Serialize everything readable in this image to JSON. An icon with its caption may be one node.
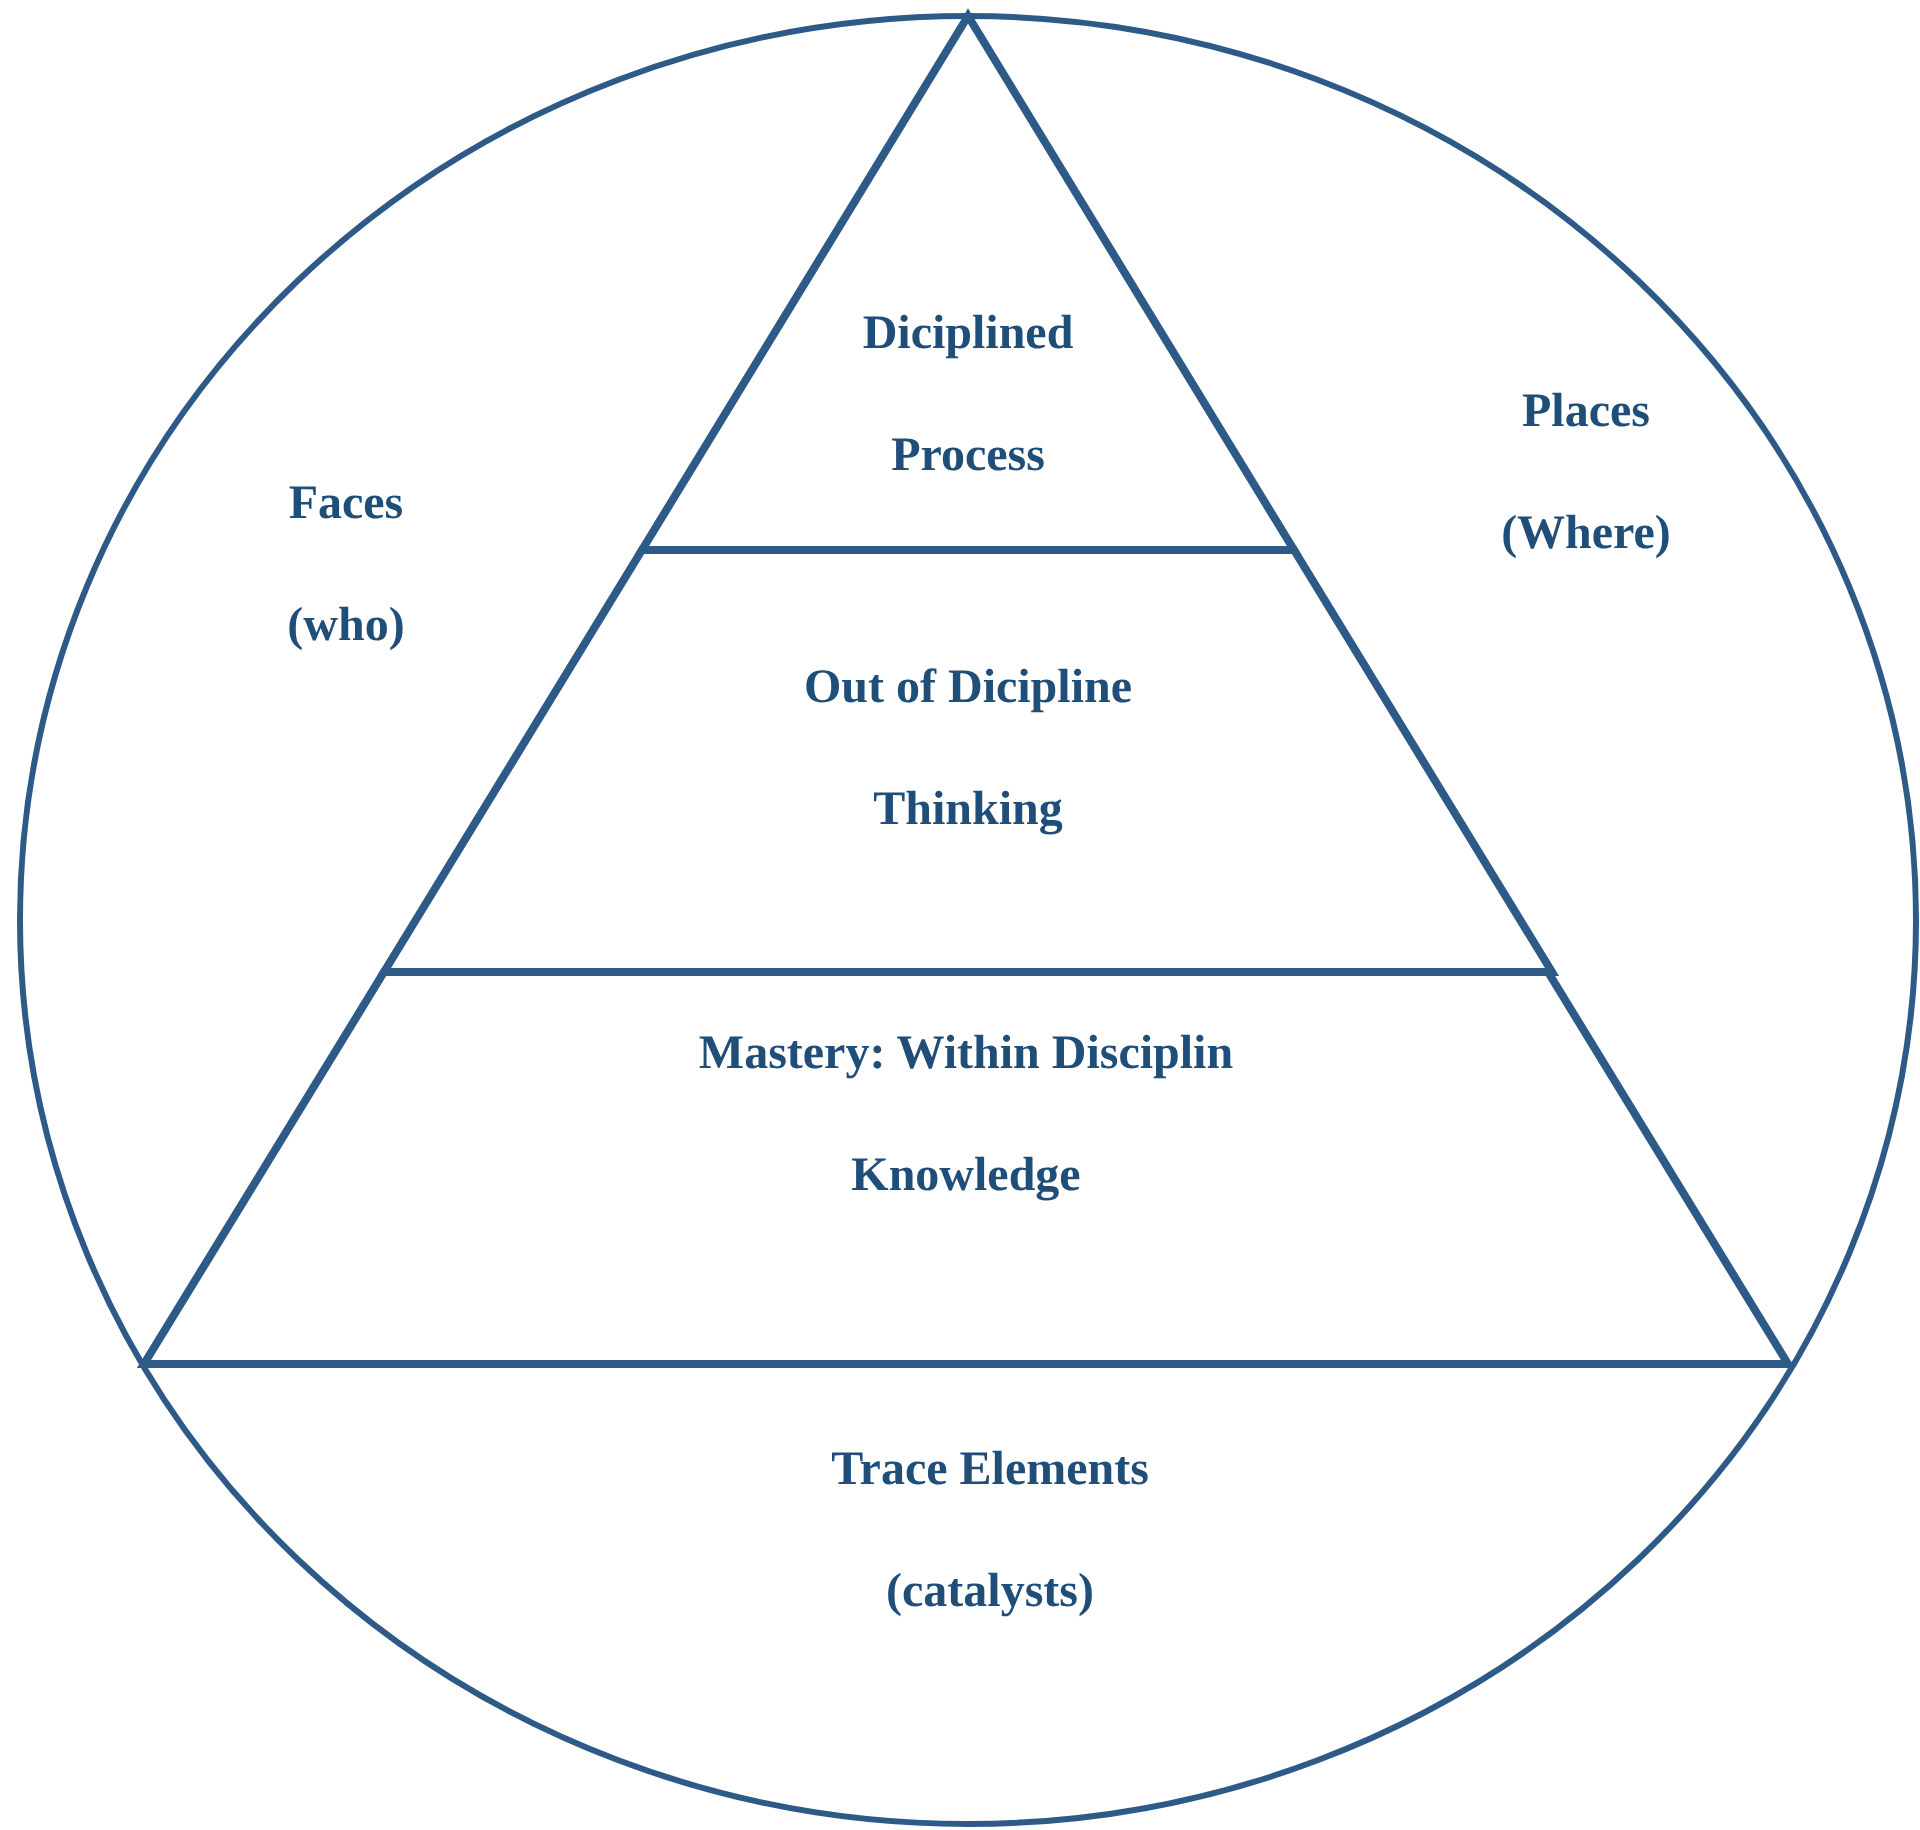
{
  "diagram": {
    "nodes": [
      {
        "text": [],
        "shape": "circle"
      },
      {
        "text": [
          "Diciplined Process"
        ],
        "in": 0
      },
      {
        "text": [
          "Out of Dicipline Thinking"
        ],
        "in": 0
      },
      {
        "text": [
          "Mastery: Within Disciplin Knowledge"
        ],
        "in": 0
      }
    ],
    "labels": [
      "Faces (who)",
      "Places (Where)",
      "Trace Elements (catalysts)"
    ]
  }
}
